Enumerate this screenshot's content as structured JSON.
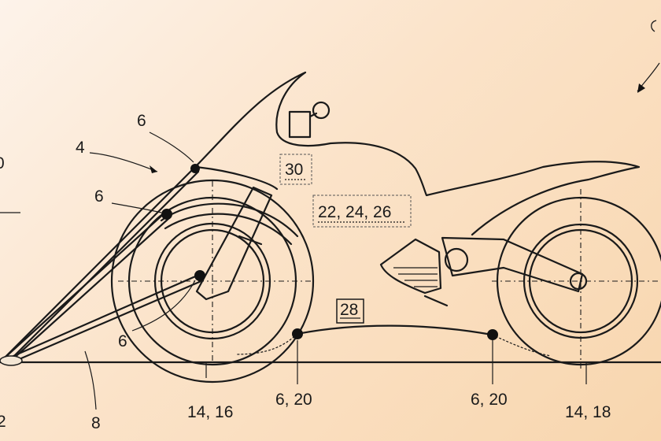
{
  "labels": {
    "frame": "4",
    "sensor_upper": "6",
    "sensor_mid": "6",
    "sensor_hub": "6",
    "ground": "8",
    "front_wheel": "14, 16",
    "rear_wheel": "14, 18",
    "sensor_ground_front": "6, 20",
    "sensor_ground_rear": "6, 20",
    "left_partial_top": "0",
    "left_partial_bottom": "2"
  },
  "boxes": {
    "box_30": "30",
    "box_22": "22, 24, 26",
    "box_28": "28"
  }
}
